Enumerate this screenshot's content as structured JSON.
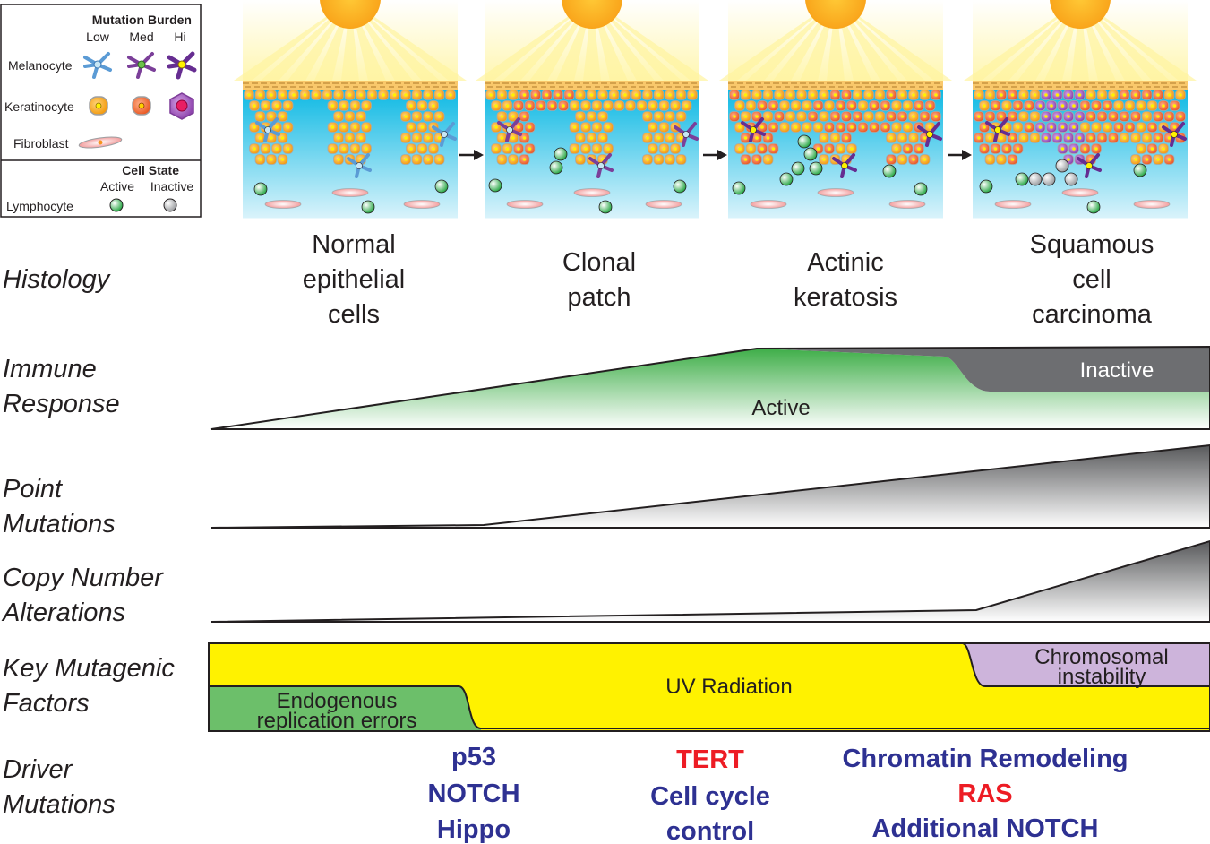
{
  "legend": {
    "mutation_burden_title": "Mutation Burden",
    "burden_levels": [
      "Low",
      "Med",
      "Hi"
    ],
    "melanocyte_label": "Melanocyte",
    "keratinocyte_label": "Keratinocyte",
    "fibroblast_label": "Fibroblast",
    "cell_state_title": "Cell State",
    "cell_states": [
      "Active",
      "Inactive"
    ],
    "lymphocyte_label": "Lymphocyte"
  },
  "stages": [
    {
      "lines": [
        "Normal",
        "epithelial",
        "cells"
      ]
    },
    {
      "lines": [
        "Clonal",
        "patch"
      ]
    },
    {
      "lines": [
        "Actinic",
        "keratosis"
      ]
    },
    {
      "lines": [
        "Squamous",
        "cell",
        "carcinoma"
      ]
    }
  ],
  "rows": {
    "histology": [
      "Histology"
    ],
    "immune_response": [
      "Immune",
      "Response"
    ],
    "point_mutations": [
      "Point",
      "Mutations"
    ],
    "copy_number": [
      "Copy Number",
      "Alterations"
    ],
    "mutagenic_factors": [
      "Key Mutagenic",
      "Factors"
    ],
    "driver_mutations": [
      "Driver",
      "Mutations"
    ]
  },
  "immune": {
    "active_label": "Active",
    "inactive_label": "Inactive"
  },
  "factors": {
    "endogenous_lines": [
      "Endogenous",
      "replication errors"
    ],
    "uv_label": "UV Radiation",
    "chromosomal_lines": [
      "Chromosomal",
      "instability"
    ]
  },
  "drivers": {
    "group1": [
      "p53",
      "NOTCH",
      "Hippo"
    ],
    "group2_red": "TERT",
    "group2_blue": [
      "Cell cycle",
      "control"
    ],
    "group3_top": "Chromatin Remodeling",
    "group3_red": "RAS",
    "group3_bottom": "Additional NOTCH"
  },
  "colors": {
    "sun": "#fdb515",
    "dermis": "#00b5e2",
    "keratinocyte_low": "#f7a823",
    "keratinocyte_med": "#f26b2c",
    "keratinocyte_hi": "#9b59b6",
    "immune_active": "#50b848",
    "immune_inactive": "#6d6e71",
    "uv_band": "#fff200",
    "endogenous_band": "#6cbf6a",
    "chromosomal_band": "#cdb4db",
    "driver_blue": "#2e3192",
    "driver_red": "#ed1c24"
  }
}
